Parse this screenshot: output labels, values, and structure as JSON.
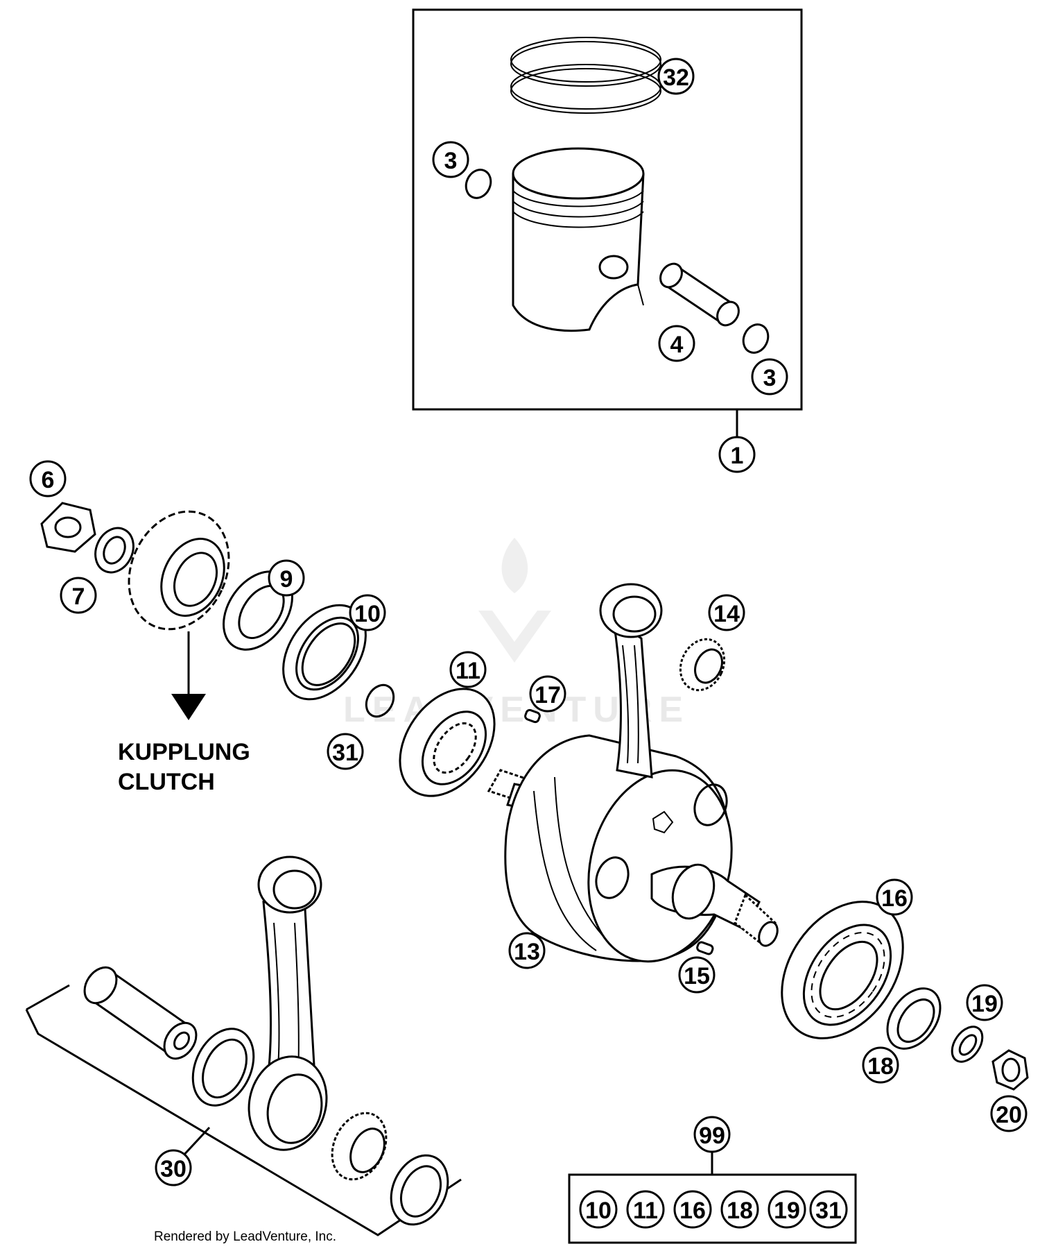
{
  "diagram": {
    "watermark": "LEADVENTURE",
    "clutch_label_de": "KUPPLUNG",
    "clutch_label_en": "CLUTCH",
    "credit": "Rendered by LeadVenture, Inc."
  },
  "callouts": {
    "c32": "32",
    "c3a": "3",
    "c4": "4",
    "c3b": "3",
    "c1": "1",
    "c6": "6",
    "c7": "7",
    "c9": "9",
    "c10": "10",
    "c14": "14",
    "c11": "11",
    "c17": "17",
    "c31": "31",
    "c16": "16",
    "c13": "13",
    "c15": "15",
    "c19": "19",
    "c18": "18",
    "c20": "20",
    "c30": "30",
    "c99": "99"
  },
  "kit_items": [
    "10",
    "11",
    "16",
    "18",
    "19",
    "31"
  ]
}
